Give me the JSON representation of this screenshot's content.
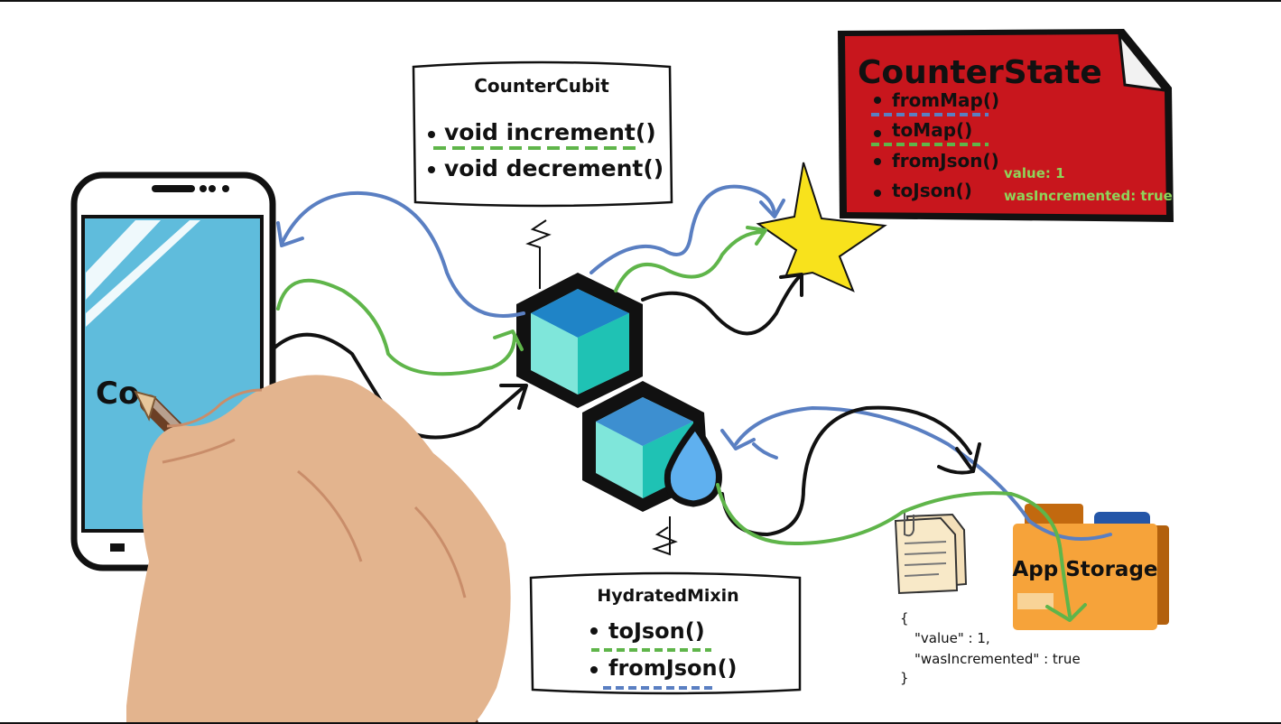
{
  "counter_cubit": {
    "title": "CounterCubit",
    "methods": [
      "void increment()",
      "void decrement()"
    ]
  },
  "counter_state": {
    "title": "CounterState",
    "methods": [
      "fromMap()",
      "toMap()",
      "fromJson()",
      "toJson()"
    ],
    "value_line": "value: 1",
    "was_incremented_line": "wasIncremented: true"
  },
  "hydrated_mixin": {
    "title": "HydratedMixin",
    "methods": [
      "toJson()",
      "fromJson()"
    ]
  },
  "phone": {
    "screen_text": "Co"
  },
  "app_storage": {
    "label": "App Storage"
  },
  "json_snippet": {
    "open": "{",
    "line1": "\"value\" : 1,",
    "line2": "\"wasIncremented\" : true",
    "close": "}"
  },
  "colors": {
    "blue_arrow": "#5a7fc2",
    "green_arrow": "#5fb54a",
    "black_arrow": "#111111",
    "state_red": "#c8161d",
    "star_yellow": "#f8e21c",
    "cube_top": "#1f84c7",
    "cube_side": "#7fe6da",
    "phone_screen": "#5fbcdc",
    "folder_orange": "#f6a33a"
  }
}
